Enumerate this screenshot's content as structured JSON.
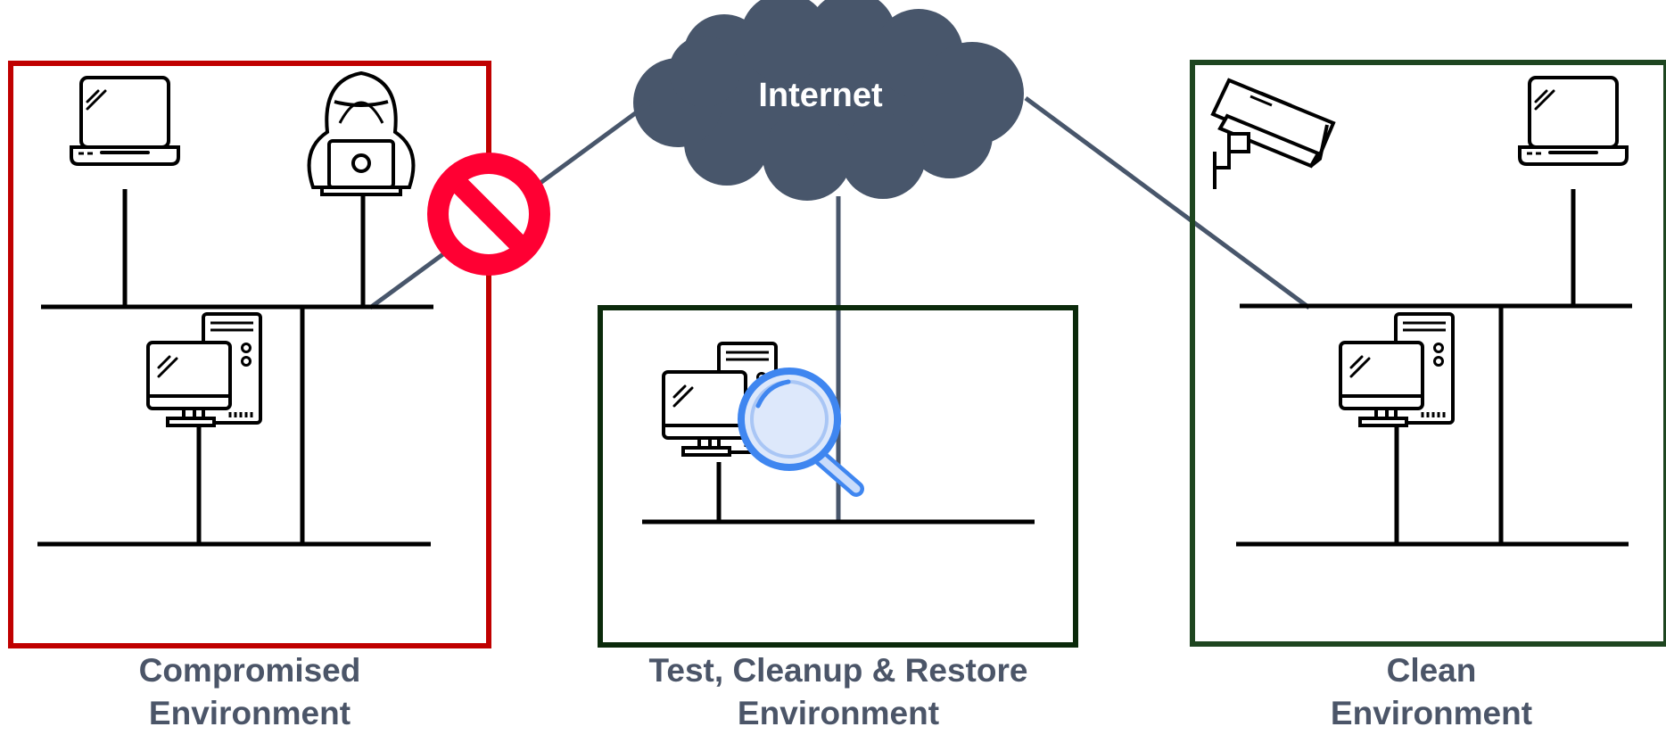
{
  "cloud": {
    "label": "Internet"
  },
  "environments": [
    {
      "id": "compromised",
      "line1": "Compromised",
      "line2": "Environment",
      "border_color": "#c00000"
    },
    {
      "id": "test",
      "line1": "Test, Cleanup & Restore",
      "line2": "Environment",
      "border_color": "#0b2a0b"
    },
    {
      "id": "clean",
      "line1": "Clean",
      "line2": "Environment",
      "border_color": "#1e4620"
    }
  ],
  "colors": {
    "cloud": "#48566b",
    "link": "#48566b",
    "label_text": "#4b5568",
    "prohibit": "#ff0033",
    "magnifier": "#3f86f0"
  },
  "icons": [
    "laptop-icon",
    "hacker-icon",
    "desktop-computer-icon",
    "prohibited-icon",
    "magnifier-icon",
    "security-camera-icon",
    "cloud-icon"
  ]
}
